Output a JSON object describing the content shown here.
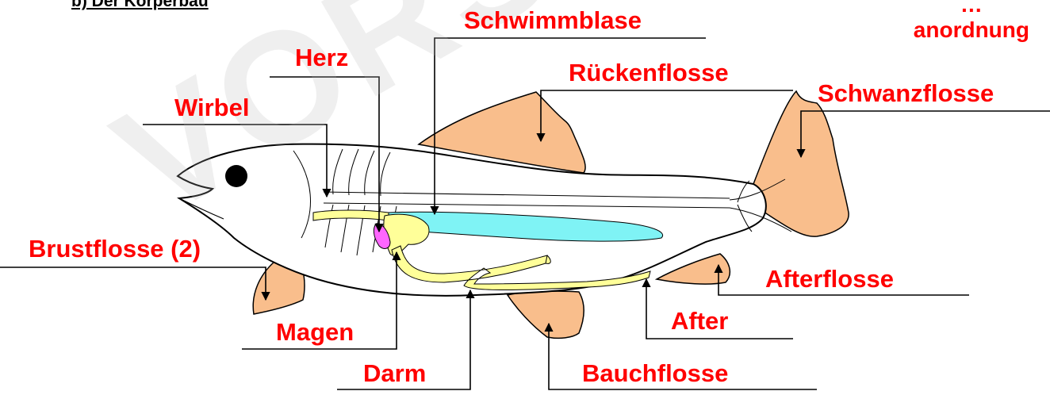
{
  "heading": "b) Der Körperbau",
  "corner_text": {
    "line1": "…",
    "line2": "anordnung"
  },
  "watermark": "VORSCHAU",
  "colors": {
    "label": "#ff0000",
    "fin": "#f9be8c",
    "swim_bladder": "#7ff3f5",
    "intestine": "#ffff99",
    "heart": "#ff66ff"
  },
  "labels": {
    "schwimmblase": "Schwimmblase",
    "herz": "Herz",
    "rueckenflosse": "Rückenflosse",
    "schwanzflosse": "Schwanzflosse",
    "wirbel": "Wirbel",
    "brustflosse": "Brustflosse (2)",
    "afterflosse": "Afterflosse",
    "magen": "Magen",
    "after": "After",
    "darm": "Darm",
    "bauchflosse": "Bauchflosse"
  }
}
